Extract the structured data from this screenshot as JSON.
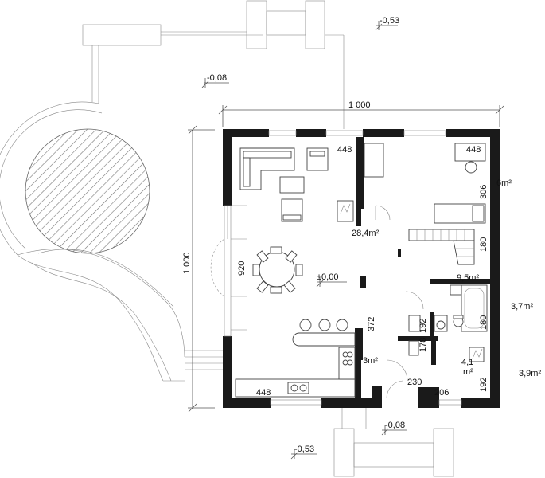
{
  "levels": {
    "top_right": "-0,53",
    "top_left": "-0,08",
    "floor": "±0,00",
    "bottom_mid": "-0,08",
    "bottom_left": "-0,53"
  },
  "dimensions": {
    "overall_width": "1 000",
    "overall_height": "1 000",
    "living_top": "448",
    "bedroom_top": "448",
    "bedroom_side": "306",
    "stair_side": "180",
    "window_left": "920",
    "hall_vertical": "372",
    "bath_side": "180",
    "wc_a": "192",
    "wc_b": "178",
    "door_230": "230",
    "bottom_206": "206",
    "right_192": "192",
    "kitchen_bottom": "448"
  },
  "areas": {
    "bedroom": "6m²",
    "living": "28,4m²",
    "hall": "9,5m²",
    "bath": "3,7m²",
    "kitchen": "3m²",
    "boiler_line1": "4,1",
    "boiler_line2": "m²",
    "utility": "3,9m²"
  }
}
